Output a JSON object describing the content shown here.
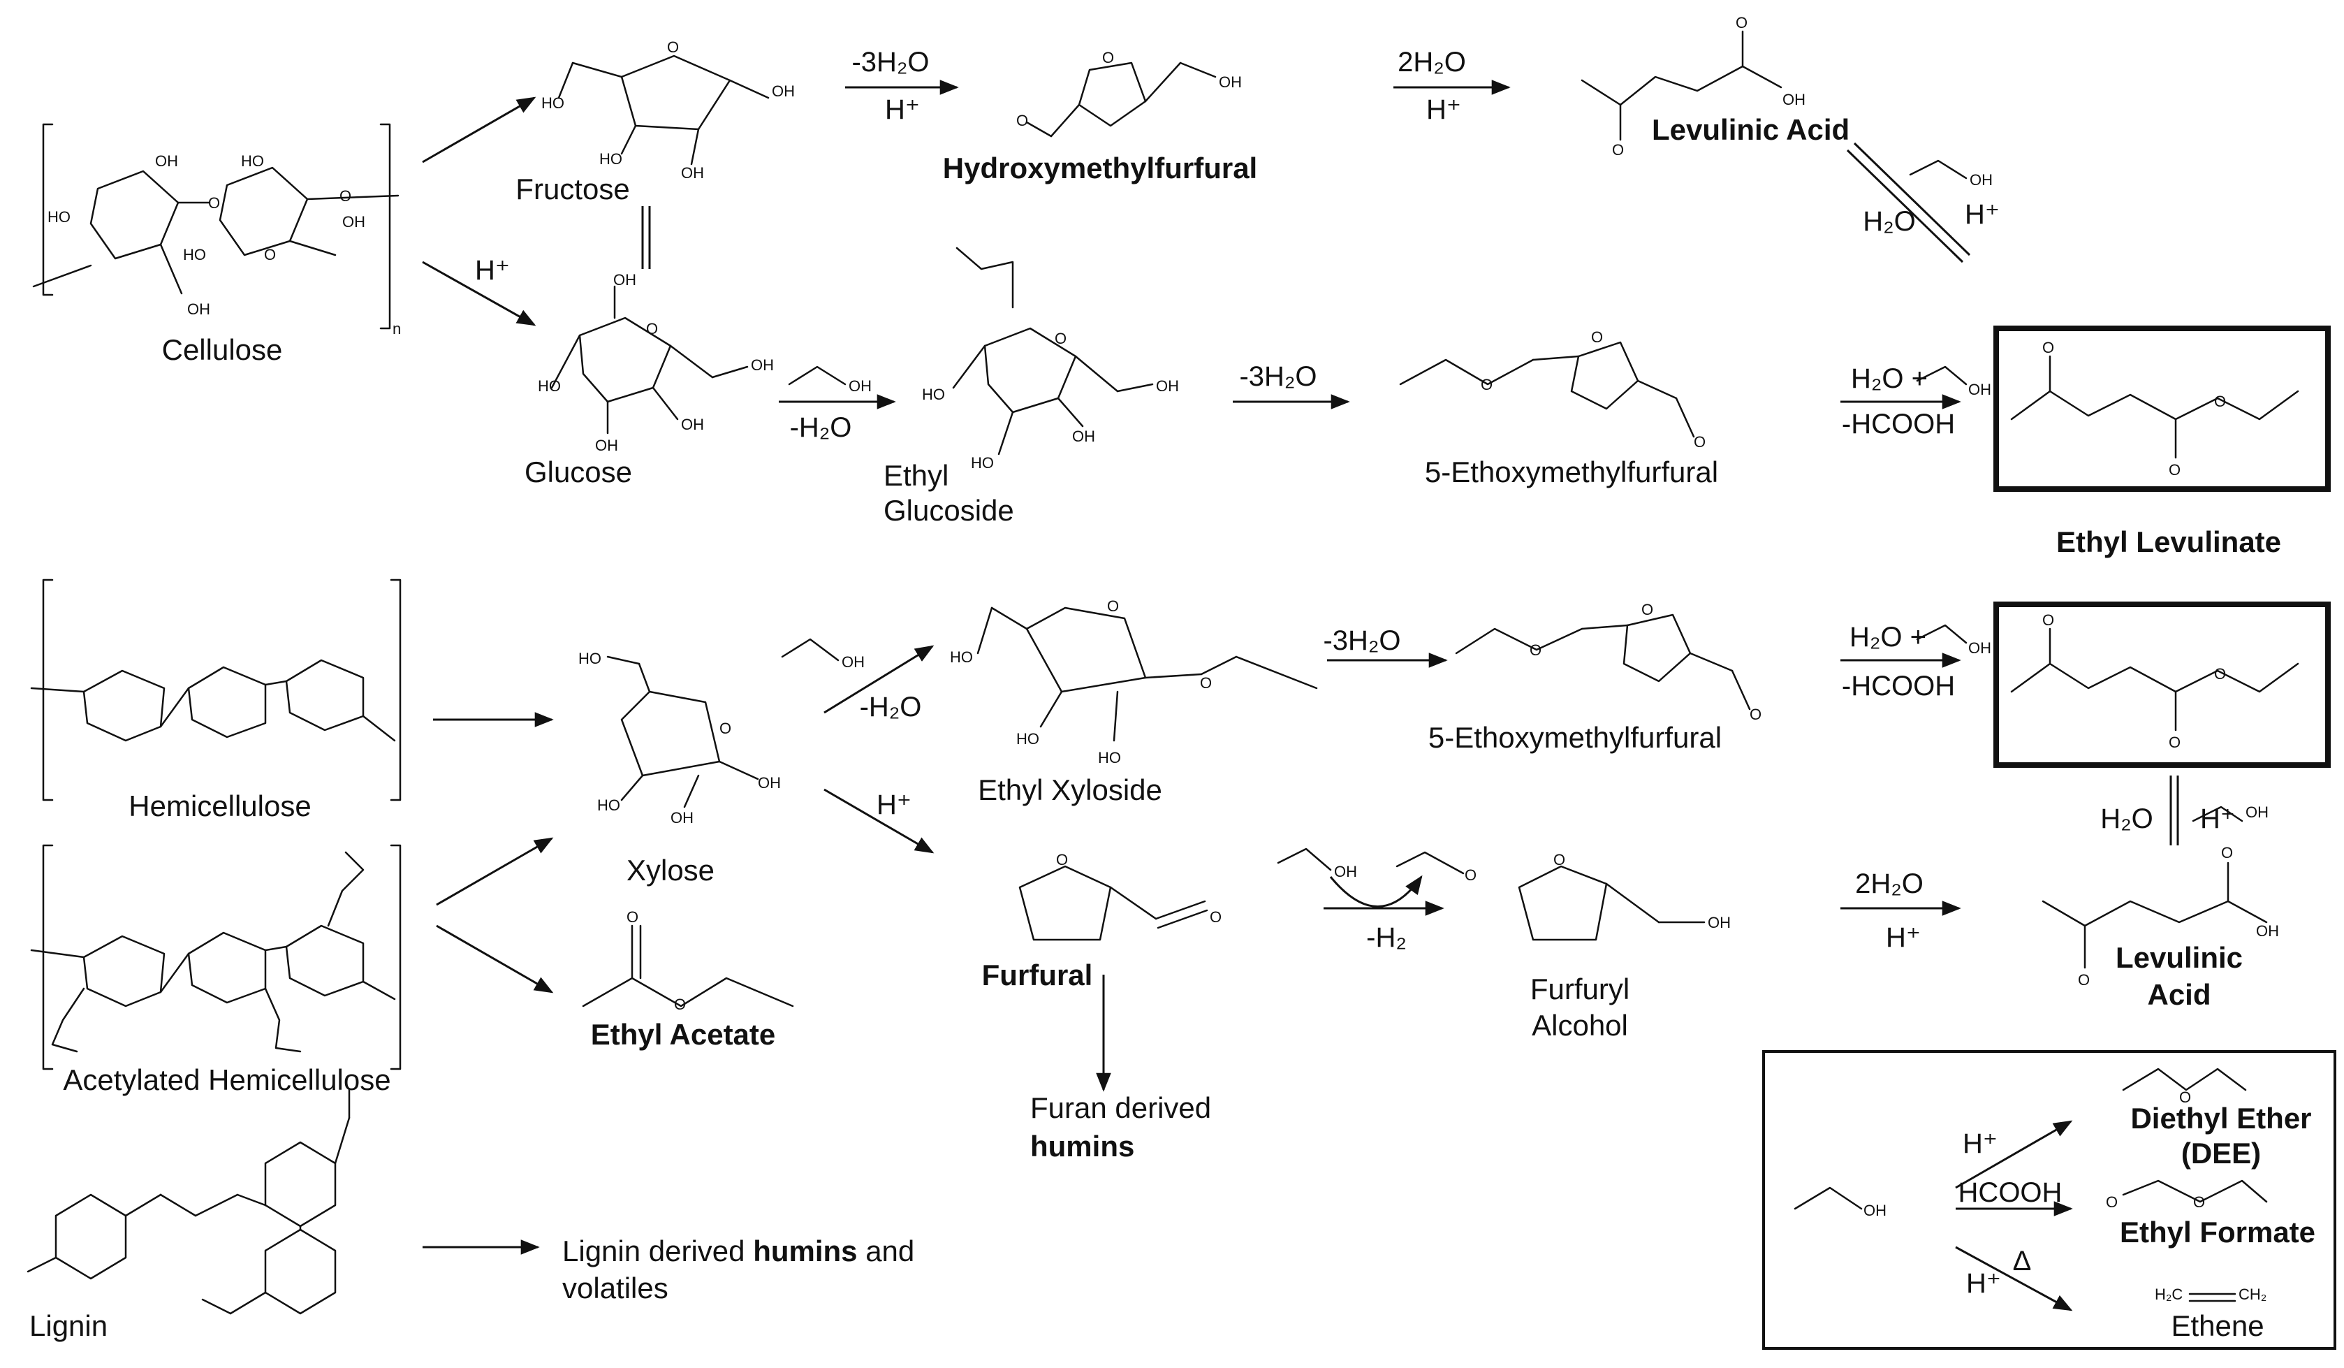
{
  "compounds": {
    "cellulose": "Cellulose",
    "fructose": "Fructose",
    "glucose": "Glucose",
    "hmf": "Hydroxymethylfurfural",
    "levulinic_acid_top": "Levulinic Acid",
    "ethyl_glucoside": "Ethyl Glucoside",
    "emf_top": "5-Ethoxymethylfurfural",
    "ethyl_levulinate": "Ethyl Levulinate",
    "hemicellulose": "Hemicellulose",
    "xylose": "Xylose",
    "ethyl_xyloside": "Ethyl Xyloside",
    "emf_mid": "5-Ethoxymethylfurfural",
    "acetylated_hemicellulose": "Acetylated Hemicellulose",
    "ethyl_acetate": "Ethyl Acetate",
    "furfural": "Furfural",
    "furfuryl_alcohol": "Furfuryl Alcohol",
    "levulinic_acid_bottom": "Levulinic Acid",
    "furan_humins_a": "Furan derived",
    "furan_humins_b": "humins",
    "lignin": "Lignin",
    "lignin_products_a": "Lignin derived",
    "lignin_products_b": "humins",
    "lignin_products_c": "and",
    "lignin_products_d": "volatiles"
  },
  "conditions": {
    "fru_to_hmf_top": "-3H₂O",
    "fru_to_hmf_bottom": "H⁺",
    "hmf_to_la_top": "2H₂O",
    "hmf_to_la_bottom": "H⁺",
    "cel_to_glu": "H⁺",
    "glu_to_eg": "-H₂O",
    "eg_to_emf": "-3H₂O",
    "emf_to_el_top": "H₂O +",
    "emf_to_el_bottom": "-HCOOH",
    "la_el_water": "H₂O",
    "la_el_acid": "H⁺",
    "xyl_to_ex": "-H₂O",
    "xyl_to_fur": "H⁺",
    "ex_to_emf": "-3H₂O",
    "emf2_to_el_top": "H₂O +",
    "emf2_to_el_bottom": "-HCOOH",
    "el2_la_water": "H₂O",
    "el2_la_acid": "H⁺",
    "fur_to_fa": "-H₂",
    "fa_to_la_top": "2H₂O",
    "fa_to_la_bottom": "H⁺"
  },
  "atoms": {
    "oh": "OH",
    "ho": "HO",
    "o": "O",
    "h": "H",
    "n": "n"
  },
  "side_box": {
    "dee_a": "Diethyl Ether",
    "dee_b": "(DEE)",
    "ethyl_formate": "Ethyl Formate",
    "ethene": "Ethene",
    "ethene_formula_left": "H₂C",
    "ethene_formula_right": "CH₂",
    "cond_acid": "H⁺",
    "cond_formic": "HCOOH",
    "cond_heat": "Δ",
    "cond_acid_2": "H⁺"
  }
}
